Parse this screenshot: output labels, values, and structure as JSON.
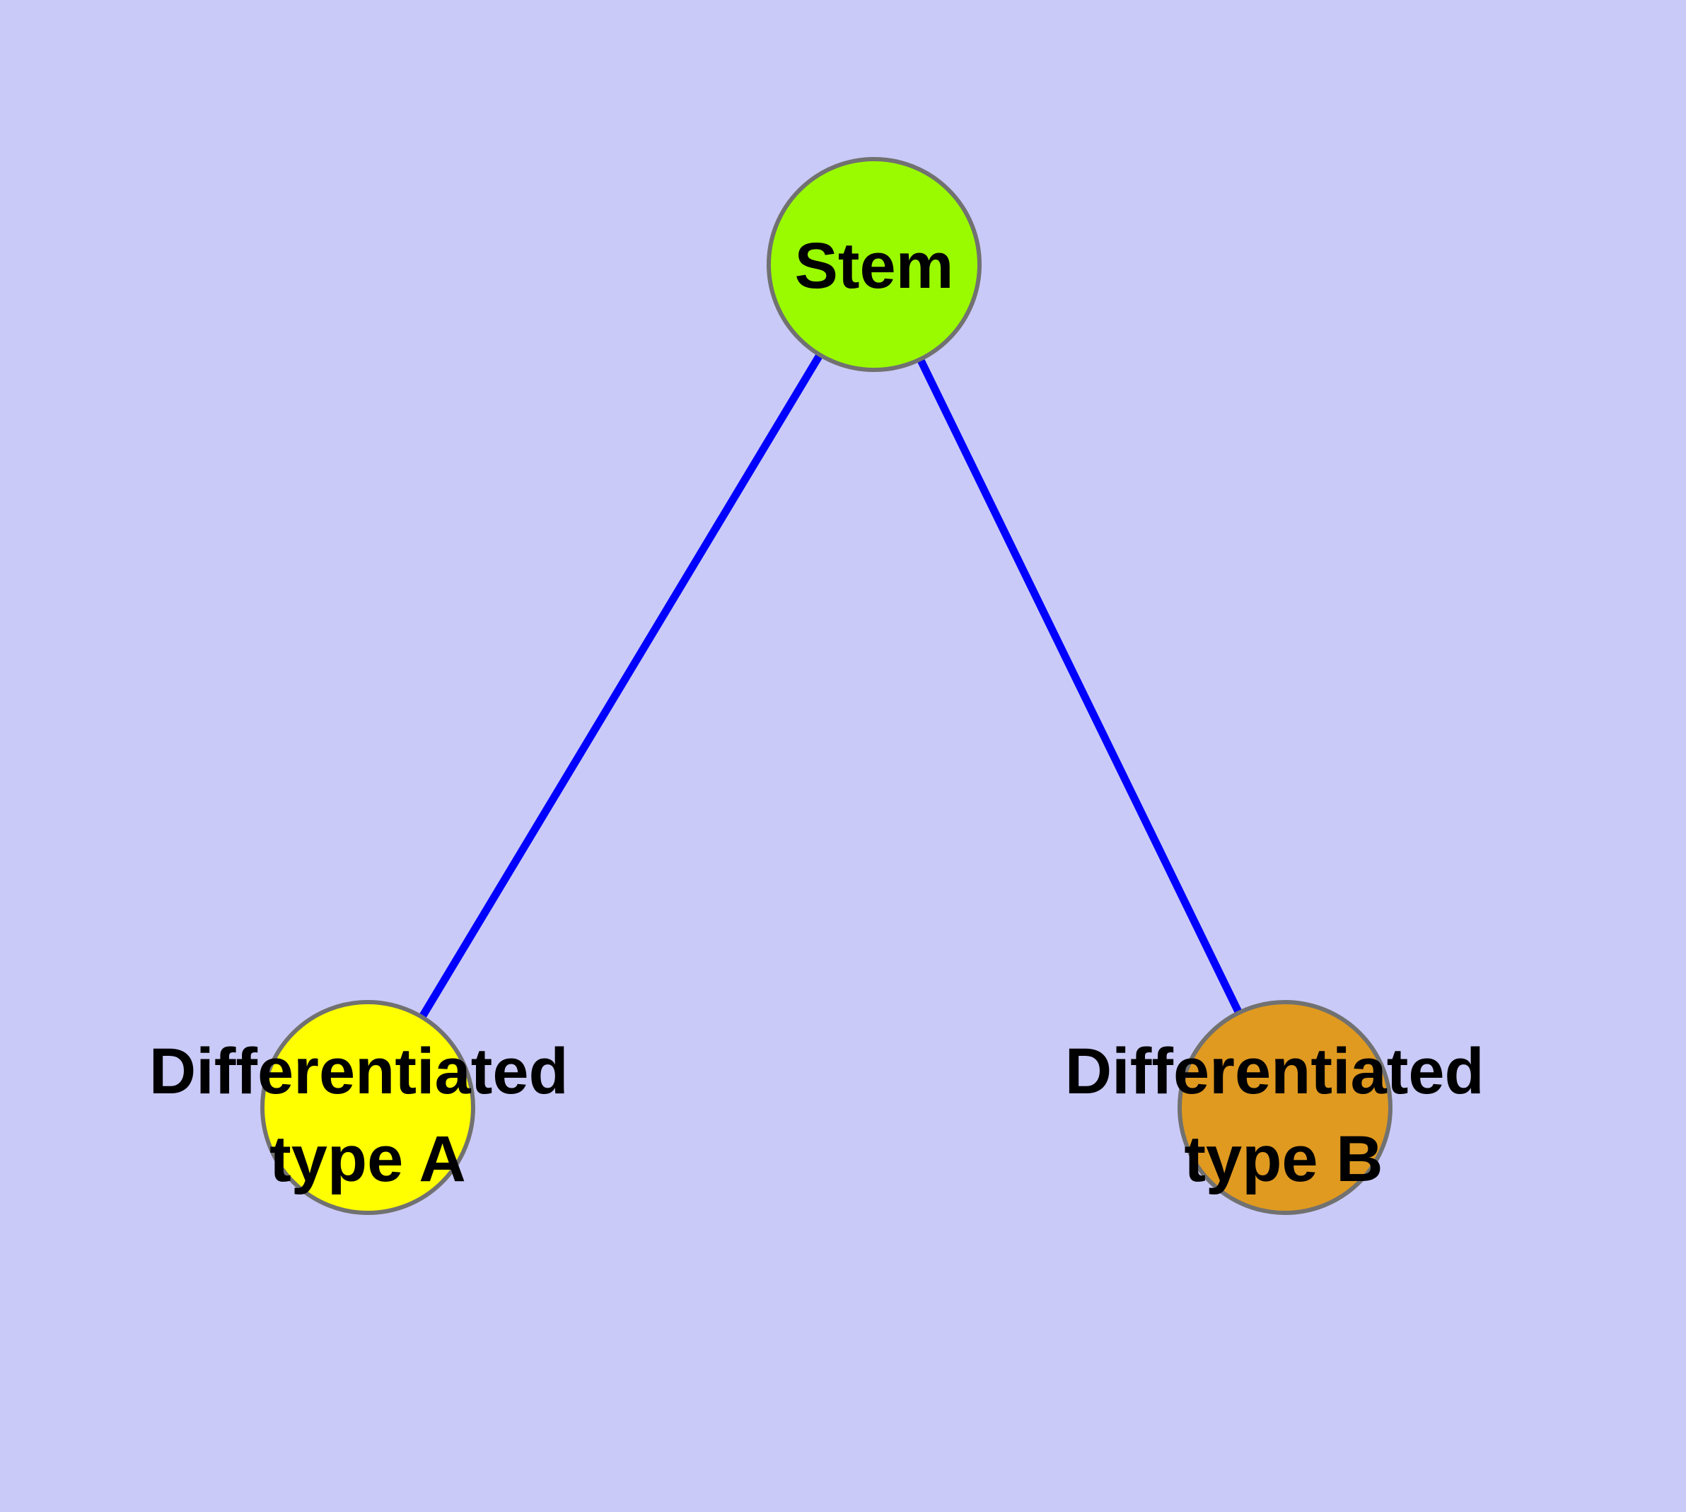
{
  "diagram": {
    "type": "graph",
    "background_color": "#CACAF8",
    "node_border_color": "#717171",
    "edge_color": "#0000FE",
    "label_color": "#000000",
    "nodes": {
      "stem": {
        "label": "Stem",
        "color": "#9AFB00"
      },
      "type_a": {
        "label_line1": "Differentiated",
        "label_line2": "type A",
        "color": "#FFFF00"
      },
      "type_b": {
        "label_line1": "Differentiated",
        "label_line2": "type B",
        "color": "#E09A20"
      }
    },
    "edges": [
      {
        "from": "Stem",
        "to": "Differentiated type A"
      },
      {
        "from": "Stem",
        "to": "Differentiated type B"
      }
    ]
  }
}
